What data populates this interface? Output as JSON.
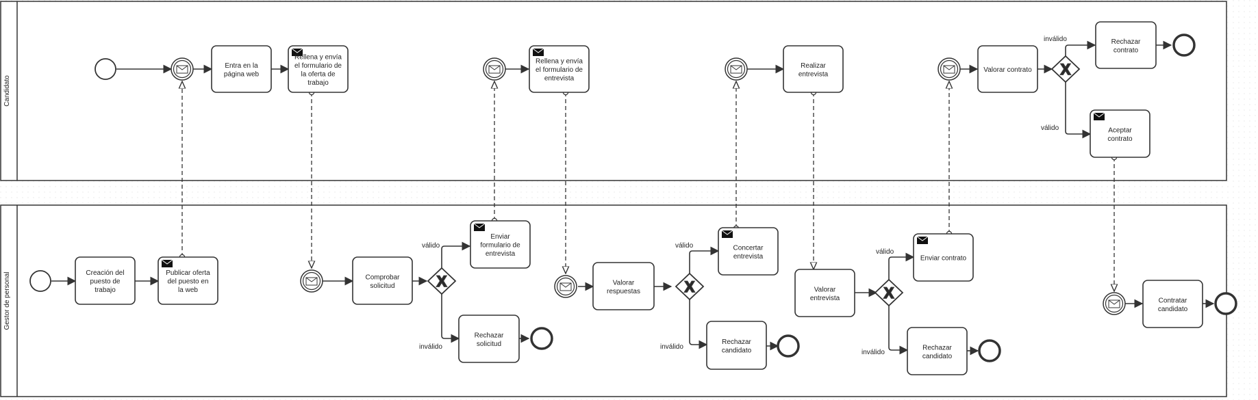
{
  "lanes": [
    {
      "id": "candidato",
      "name": "Candidato"
    },
    {
      "id": "gestor",
      "name": "Gestor de personal"
    }
  ],
  "tasks": [
    {
      "id": "t_entra",
      "lines": [
        "Entra en la",
        "página web"
      ],
      "message": false
    },
    {
      "id": "t_rellena1",
      "lines": [
        "Rellena y envía",
        "el formulario de",
        "la oferta de",
        "trabajo"
      ],
      "message": true
    },
    {
      "id": "t_rellena2",
      "lines": [
        "Rellena y envía",
        "el formulario de",
        "entrevista"
      ],
      "message": true
    },
    {
      "id": "t_realizar",
      "lines": [
        "Realizar",
        "entrevista"
      ],
      "message": false
    },
    {
      "id": "t_valorar_contrato",
      "lines": [
        "Valorar contrato"
      ],
      "message": false
    },
    {
      "id": "t_rechazar_contrato",
      "lines": [
        "Rechazar",
        "contrato"
      ],
      "message": false
    },
    {
      "id": "t_aceptar",
      "lines": [
        "Aceptar",
        "contrato"
      ],
      "message": true
    },
    {
      "id": "t_creacion",
      "lines": [
        "Creación del",
        "puesto de",
        "trabajo"
      ],
      "message": false
    },
    {
      "id": "t_publicar",
      "lines": [
        "Publicar oferta",
        "del puesto en",
        "la web"
      ],
      "message": true
    },
    {
      "id": "t_comprobar",
      "lines": [
        "Comprobar",
        "solicitud"
      ],
      "message": false
    },
    {
      "id": "t_enviar_form",
      "lines": [
        "Enviar",
        "formulario de",
        "entrevista"
      ],
      "message": true
    },
    {
      "id": "t_rechazar_sol",
      "lines": [
        "Rechazar",
        "solicitud"
      ],
      "message": false
    },
    {
      "id": "t_valorar_resp",
      "lines": [
        "Valorar",
        "respuestas"
      ],
      "message": false
    },
    {
      "id": "t_concertar",
      "lines": [
        "Concertar",
        "entrevista"
      ],
      "message": true
    },
    {
      "id": "t_rechazar_cand1",
      "lines": [
        "Rechazar",
        "candidato"
      ],
      "message": false
    },
    {
      "id": "t_valorar_entr",
      "lines": [
        "Valorar",
        "entrevista"
      ],
      "message": false
    },
    {
      "id": "t_enviar_contrato",
      "lines": [
        "Enviar contrato"
      ],
      "message": true
    },
    {
      "id": "t_rechazar_cand2",
      "lines": [
        "Rechazar",
        "candidato"
      ],
      "message": false
    },
    {
      "id": "t_contratar",
      "lines": [
        "Contratar",
        "candidato"
      ],
      "message": false
    }
  ],
  "gateways": [
    {
      "id": "g_contrato",
      "symbol": "X"
    },
    {
      "id": "g_solicitud",
      "symbol": "X"
    },
    {
      "id": "g_respuestas",
      "symbol": "X"
    },
    {
      "id": "g_entrevista",
      "symbol": "X"
    }
  ],
  "events": [
    {
      "id": "e_start_cand",
      "kind": "start"
    },
    {
      "id": "e_msg_cand1",
      "kind": "message-catch"
    },
    {
      "id": "e_msg_cand2",
      "kind": "message-catch"
    },
    {
      "id": "e_msg_cand3",
      "kind": "message-catch"
    },
    {
      "id": "e_msg_cand4",
      "kind": "message-catch"
    },
    {
      "id": "e_end_cand",
      "kind": "end"
    },
    {
      "id": "e_start_gestor",
      "kind": "start"
    },
    {
      "id": "e_msg_g1",
      "kind": "message-catch"
    },
    {
      "id": "e_msg_g2",
      "kind": "message-catch"
    },
    {
      "id": "e_msg_g3",
      "kind": "message-catch"
    },
    {
      "id": "e_end_g1",
      "kind": "end"
    },
    {
      "id": "e_end_g2",
      "kind": "end"
    },
    {
      "id": "e_end_g3",
      "kind": "end"
    },
    {
      "id": "e_end_g4",
      "kind": "end"
    }
  ],
  "flow_labels": [
    {
      "id": "l_contrato_invalido",
      "text": "inválido"
    },
    {
      "id": "l_contrato_valido",
      "text": "válido"
    },
    {
      "id": "l_sol_valido",
      "text": "válido"
    },
    {
      "id": "l_sol_invalido",
      "text": "inválido"
    },
    {
      "id": "l_resp_valido",
      "text": "válido"
    },
    {
      "id": "l_resp_invalido",
      "text": "inválido"
    },
    {
      "id": "l_entr_valido",
      "text": "válido"
    },
    {
      "id": "l_entr_invalido",
      "text": "inválido"
    }
  ],
  "colors": {
    "stroke": "#333333",
    "text": "#222222",
    "background": "#ffffff",
    "grid": "#eeeeee"
  }
}
